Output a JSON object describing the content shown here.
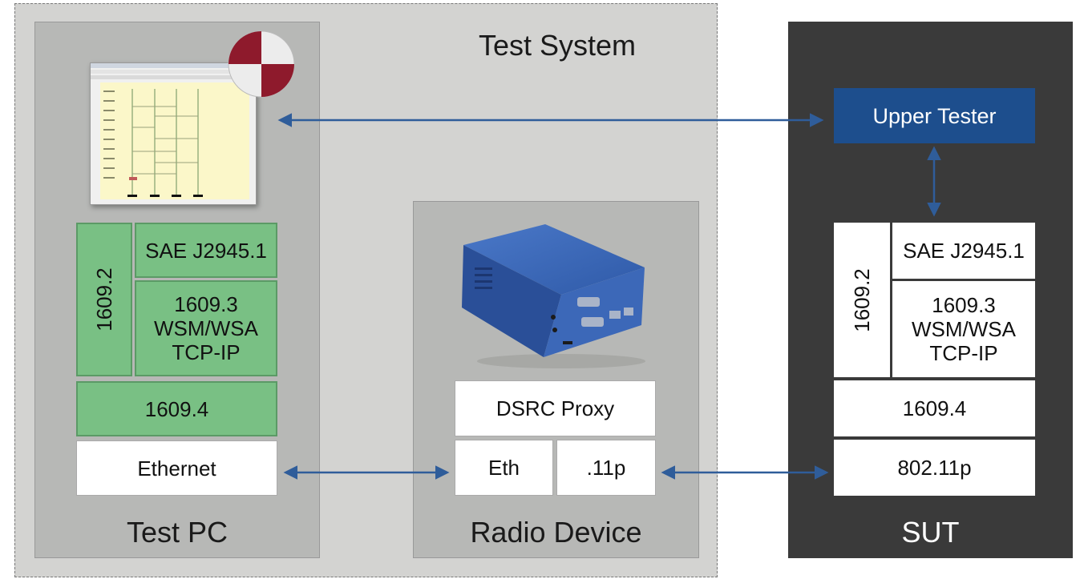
{
  "test_system": {
    "title": "Test System"
  },
  "test_pc": {
    "label": "Test PC",
    "stack": {
      "left": "1609.2",
      "top_right": "SAE J2945.1",
      "mid_right": [
        "1609.3",
        "WSM/WSA",
        "TCP-IP"
      ],
      "bottom": "1609.4",
      "phy": "Ethernet"
    }
  },
  "radio_device": {
    "label": "Radio Device",
    "proxy": "DSRC Proxy",
    "eth": "Eth",
    "p11": ".11p"
  },
  "sut": {
    "label": "SUT",
    "upper_tester": "Upper Tester",
    "stack": {
      "left": "1609.2",
      "top_right": "SAE J2945.1",
      "mid_right": [
        "1609.3",
        "WSM/WSA",
        "TCP-IP"
      ],
      "bottom": "1609.4",
      "phy": "802.11p"
    }
  },
  "colors": {
    "arrow": "#2f5d9a",
    "green": "#79c084",
    "upper_tester": "#1d4e8d",
    "sut_bg": "#3a3a3a",
    "logo_red": "#8e1a2c"
  },
  "icons": [
    "test-tool-screenshot",
    "ttworkbench-logo-icon",
    "radio-device-hardware-icon"
  ]
}
